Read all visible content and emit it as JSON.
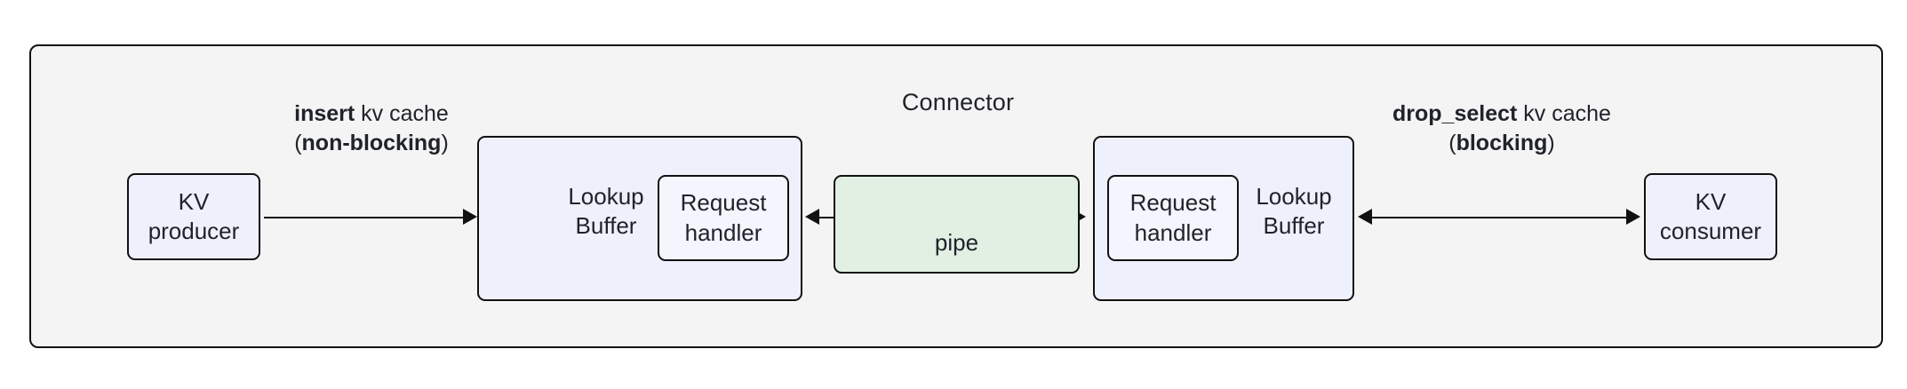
{
  "diagram": {
    "title": "Connector",
    "nodes": {
      "kv_producer": "KV\nproducer",
      "kv_consumer": "KV\nconsumer",
      "lookup_buffer_left": "Lookup\nBuffer",
      "lookup_buffer_right": "Lookup\nBuffer",
      "request_handler_left": "Request\nhandler",
      "request_handler_right": "Request\nhandler",
      "pipe": "pipe"
    },
    "edges": {
      "insert": {
        "op": "insert",
        "object": " kv cache",
        "mode_open": "(",
        "mode": "non-blocking",
        "mode_close": ")"
      },
      "drop_select": {
        "op": "drop_select",
        "object": " kv cache",
        "mode_open": "(",
        "mode": "blocking",
        "mode_close": ")"
      }
    },
    "colors": {
      "container_fill": "#f4f4f4",
      "node_fill": "#eef0fb",
      "pipe_fill": "#e2f0e4",
      "stroke": "#111111",
      "text": "#20232a"
    }
  }
}
